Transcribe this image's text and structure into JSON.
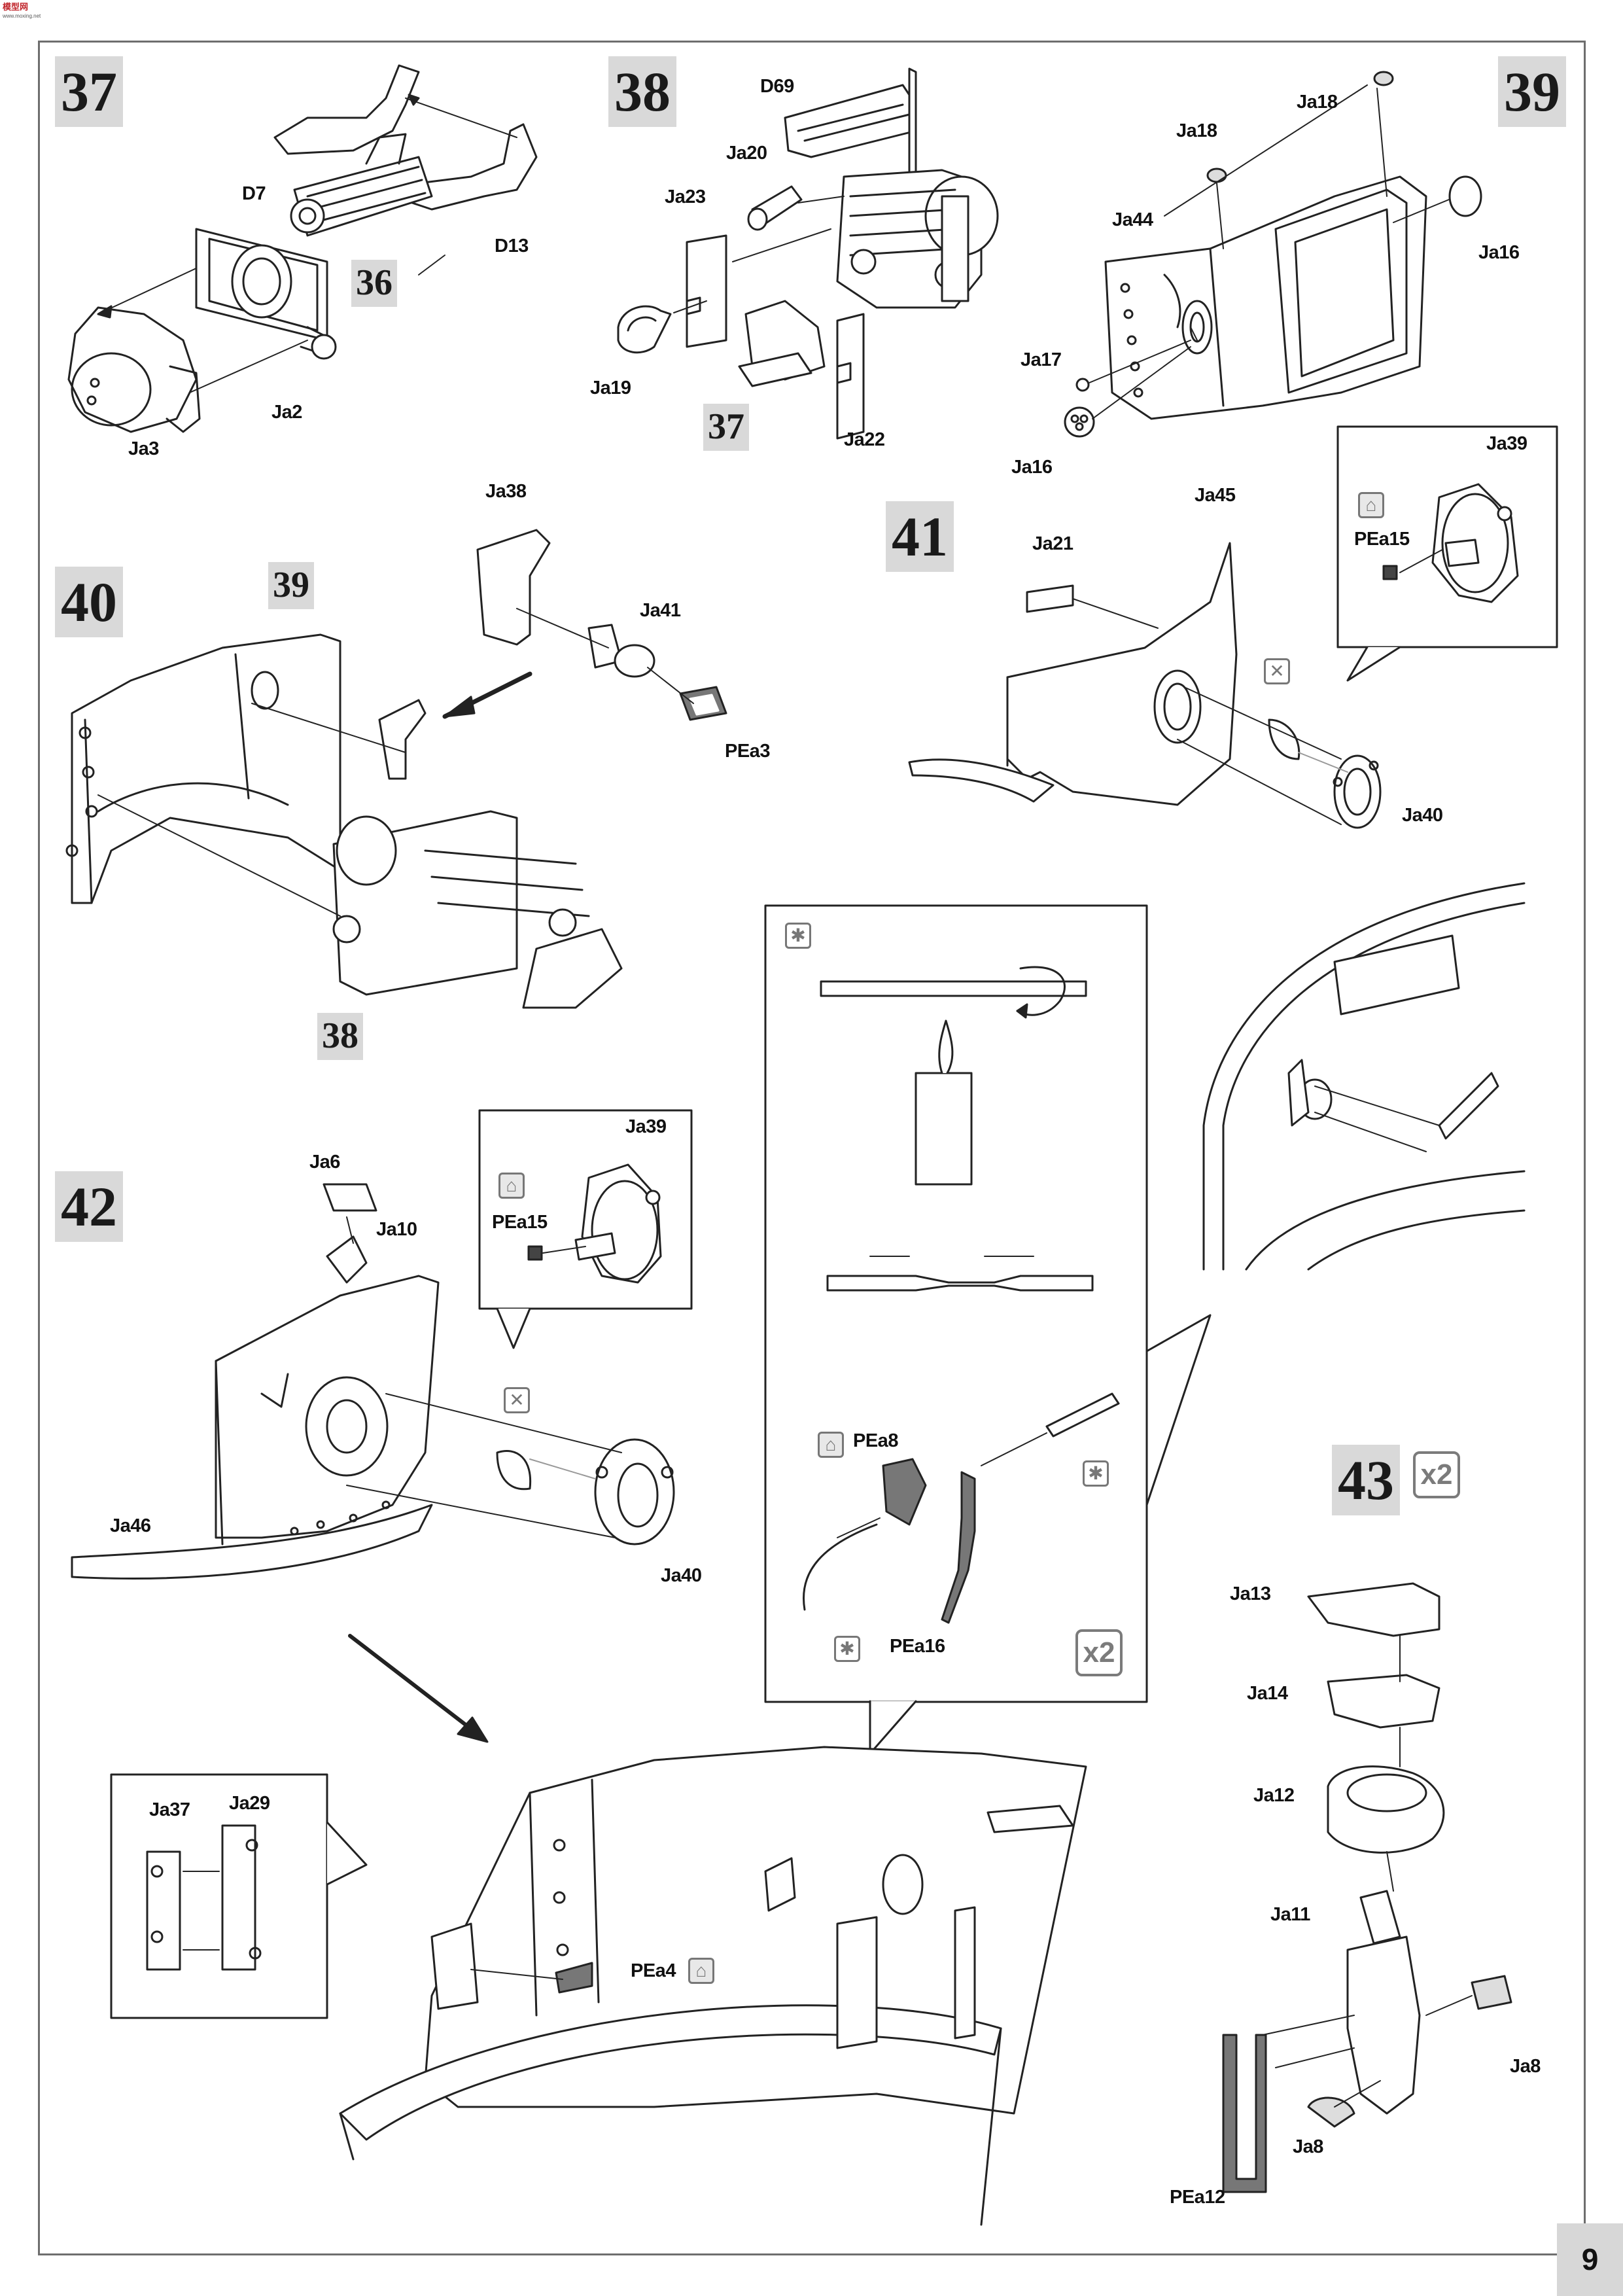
{
  "brand": {
    "logo_text": "模型网",
    "url_text": "www.moxing.net"
  },
  "page_number": "9",
  "steps": {
    "s37": "37",
    "s38": "38",
    "s39": "39",
    "s40": "40",
    "s41": "41",
    "s42": "42",
    "s43": "43"
  },
  "sub_refs": {
    "r36": "36",
    "r37": "37",
    "r38": "38",
    "r39": "39"
  },
  "multipliers": {
    "m42": "x2",
    "m43": "x2"
  },
  "labels": {
    "D7": "D7",
    "D13": "D13",
    "Ja3_a": "Ja3",
    "Ja2": "Ja2",
    "D69": "D69",
    "Ja20": "Ja20",
    "Ja23": "Ja23",
    "Ja19": "Ja19",
    "Ja22": "Ja22",
    "Ja18_a": "Ja18",
    "Ja18_b": "Ja18",
    "Ja44": "Ja44",
    "Ja16_a": "Ja16",
    "Ja17": "Ja17",
    "Ja16_b": "Ja16",
    "Ja38": "Ja38",
    "Ja41": "Ja41",
    "PEa3": "PEa3",
    "Ja21": "Ja21",
    "Ja45": "Ja45",
    "Ja40_a": "Ja40",
    "Ja39_a": "Ja39",
    "PEa15_a": "PEa15",
    "Ja6": "Ja6",
    "Ja10": "Ja10",
    "Ja46": "Ja46",
    "Ja40_b": "Ja40",
    "Ja39_b": "Ja39",
    "PEa15_b": "PEa15",
    "PEa8": "PEa8",
    "PEa16": "PEa16",
    "Ja37": "Ja37",
    "Ja29": "Ja29",
    "PEa4": "PEa4",
    "Ja13": "Ja13",
    "Ja14": "Ja14",
    "Ja12": "Ja12",
    "Ja11": "Ja11",
    "Ja8_a": "Ja8",
    "Ja8_b": "Ja8",
    "PEa12": "PEa12"
  },
  "icons": {
    "photo_etch": "photo-etch-icon",
    "glue": "glue-bottle-icon",
    "heat": "heat-stretch-icon"
  }
}
